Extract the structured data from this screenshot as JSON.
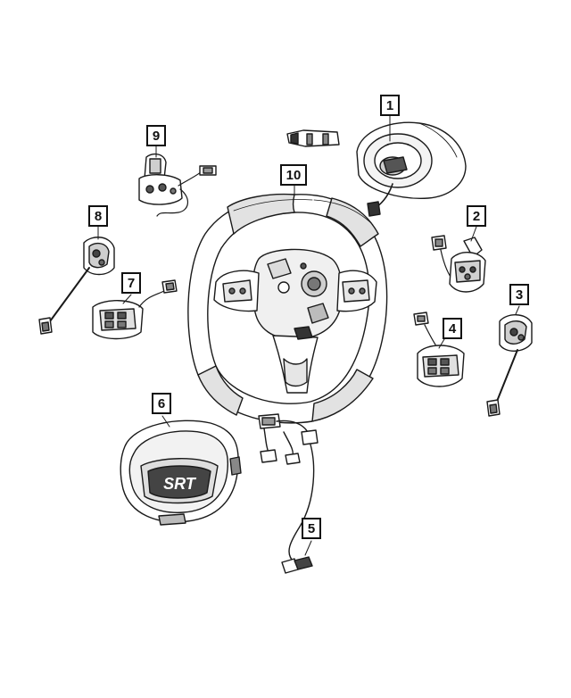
{
  "diagram": {
    "callouts": [
      {
        "id": "1",
        "label": "1"
      },
      {
        "id": "2",
        "label": "2"
      },
      {
        "id": "3",
        "label": "3"
      },
      {
        "id": "4",
        "label": "4"
      },
      {
        "id": "5",
        "label": "5"
      },
      {
        "id": "6",
        "label": "6"
      },
      {
        "id": "7",
        "label": "7"
      },
      {
        "id": "8",
        "label": "8"
      },
      {
        "id": "9",
        "label": "9"
      },
      {
        "id": "10",
        "label": "10"
      }
    ],
    "airbag_logo_text": "SRT"
  },
  "colors": {
    "line": "#1a1a1a",
    "background": "#ffffff",
    "shade": "#cfcfcf",
    "dark": "#555555"
  }
}
